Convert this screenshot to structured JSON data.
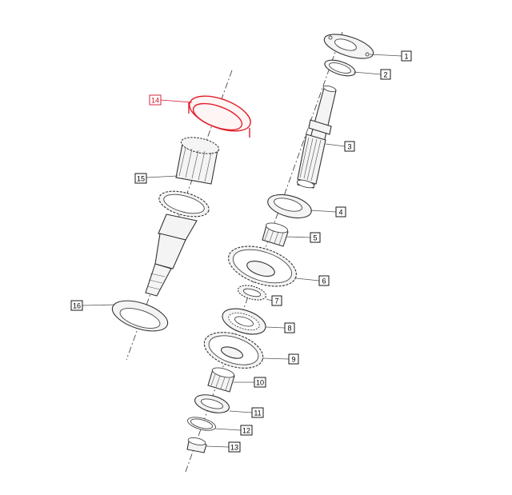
{
  "diagram": {
    "callouts": [
      {
        "id": "1",
        "text": "1"
      },
      {
        "id": "2",
        "text": "2"
      },
      {
        "id": "3",
        "text": "3"
      },
      {
        "id": "4",
        "text": "4"
      },
      {
        "id": "5",
        "text": "5"
      },
      {
        "id": "6",
        "text": "6"
      },
      {
        "id": "7",
        "text": "7"
      },
      {
        "id": "8",
        "text": "8"
      },
      {
        "id": "9",
        "text": "9"
      },
      {
        "id": "10",
        "text": "10"
      },
      {
        "id": "11",
        "text": "11"
      },
      {
        "id": "12",
        "text": "12"
      },
      {
        "id": "13",
        "text": "13"
      },
      {
        "id": "14",
        "text": "14"
      },
      {
        "id": "15",
        "text": "15"
      },
      {
        "id": "16",
        "text": "16"
      }
    ],
    "highlight": {
      "callout": "14",
      "color": "#d0102a"
    }
  }
}
